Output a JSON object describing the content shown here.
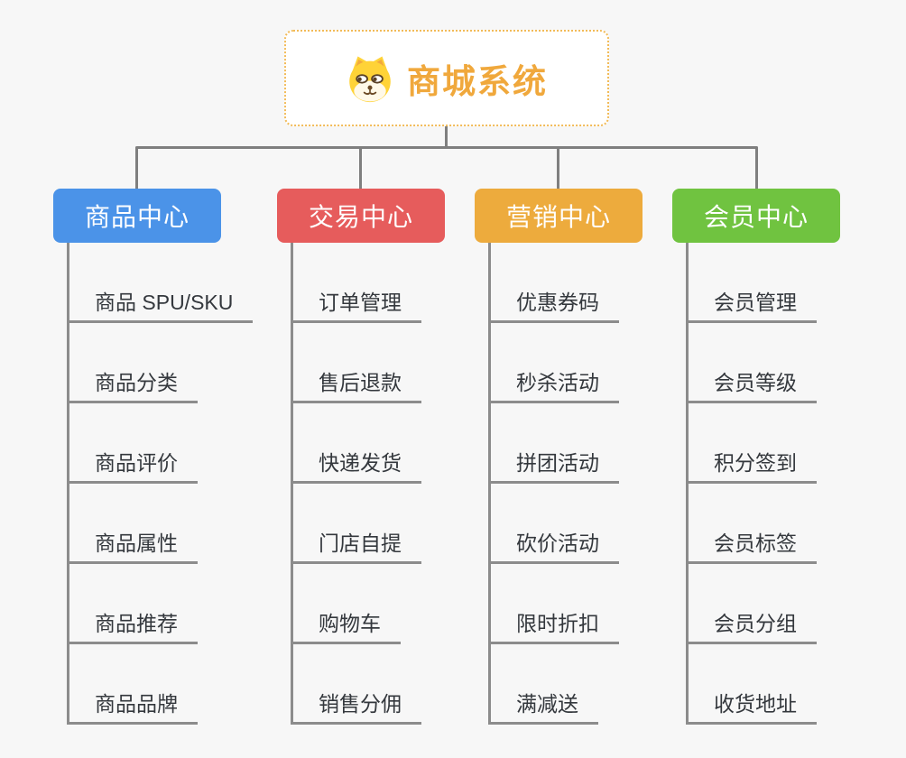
{
  "background_color": "#f7f7f7",
  "connector_color": "#7f7f7f",
  "root": {
    "title": "商城系统",
    "icon": "dog-face-icon",
    "text_color": "#f0a83c",
    "border_color": "#f2bb58",
    "fill_color": "#ffffff"
  },
  "branches": [
    {
      "label": "商品中心",
      "color": "#4b93e8",
      "children": [
        "商品 SPU/SKU",
        "商品分类",
        "商品评价",
        "商品属性",
        "商品推荐",
        "商品品牌"
      ]
    },
    {
      "label": "交易中心",
      "color": "#e65c5c",
      "children": [
        "订单管理",
        "售后退款",
        "快递发货",
        "门店自提",
        "购物车",
        "销售分佣"
      ]
    },
    {
      "label": "营销中心",
      "color": "#edab3d",
      "children": [
        "优惠券码",
        "秒杀活动",
        "拼团活动",
        "砍价活动",
        "限时折扣",
        "满减送"
      ]
    },
    {
      "label": "会员中心",
      "color": "#70c340",
      "children": [
        "会员管理",
        "会员等级",
        "积分签到",
        "会员标签",
        "会员分组",
        "收货地址"
      ]
    }
  ]
}
